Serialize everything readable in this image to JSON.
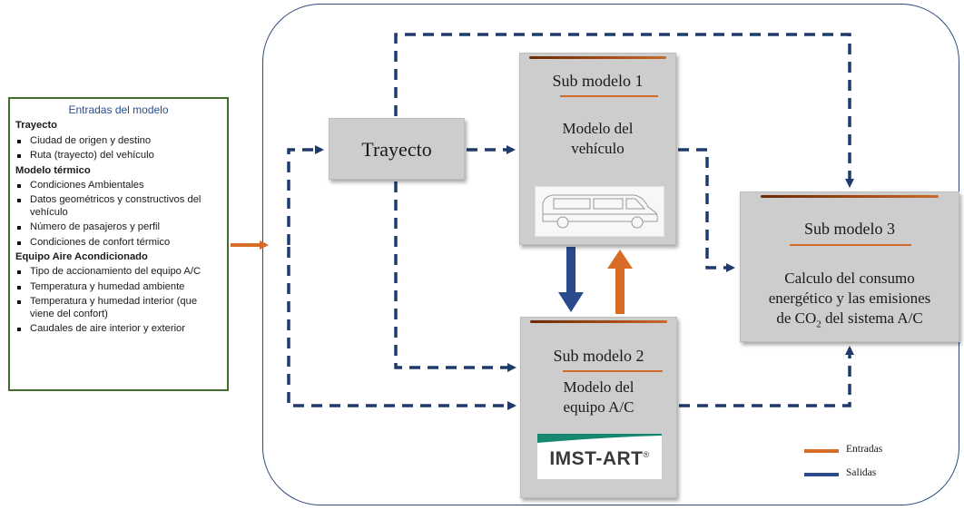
{
  "inputs": {
    "title": "Entradas del modelo",
    "sections": [
      {
        "heading": "Trayecto",
        "items": [
          "Ciudad de origen y destino",
          "Ruta (trayecto) del vehículo"
        ]
      },
      {
        "heading": "Modelo térmico",
        "items": [
          "Condiciones Ambientales",
          "Datos geométricos y constructivos del vehículo",
          "Número de pasajeros y perfil",
          "Condiciones de confort térmico"
        ]
      },
      {
        "heading": "Equipo  Aire Acondicionado",
        "items": [
          "Tipo de accionamiento del equipo A/C",
          "Temperatura y humedad ambiente",
          "Temperatura y humedad interior (que viene del confort)",
          "Caudales de aire interior y exterior"
        ]
      }
    ]
  },
  "trayecto": {
    "label": "Trayecto"
  },
  "submodel1": {
    "title": "Sub modelo 1",
    "body_line1": "Modelo del",
    "body_line2": "vehículo"
  },
  "submodel2": {
    "title": "Sub modelo 2",
    "body_line1": "Modelo del",
    "body_line2": "equipo A/C",
    "logo_text": "IMST-ART",
    "logo_mark": "®"
  },
  "submodel3": {
    "title": "Sub modelo 3",
    "body_line1": "Calculo del consumo",
    "body_line2": "energético y las emisiones",
    "body_line3_pre": "de CO",
    "body_line3_sub": "2",
    "body_line3_post": " del sistema A/C"
  },
  "legend": {
    "inputs_label": "Entradas",
    "outputs_label": "Salidas"
  },
  "colors": {
    "input_arrow": "#d86b26",
    "output_arrow": "#2b4a8c",
    "dashed": "#1f3b6b",
    "box_border_green": "#3f6e2e"
  }
}
